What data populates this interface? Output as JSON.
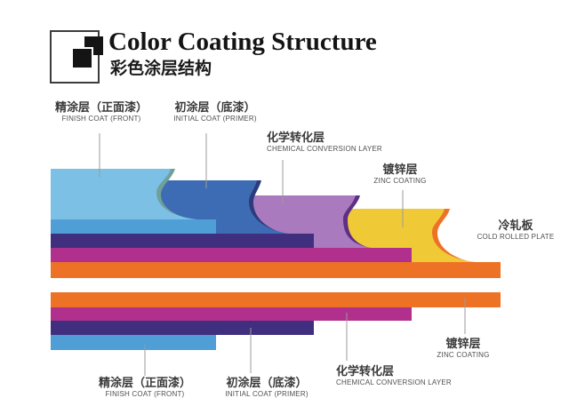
{
  "header": {
    "title_en": "Color Coating Structure",
    "title_zh": "彩色涂层结构"
  },
  "labels": {
    "finish_top": {
      "zh": "精涂层（正面漆）",
      "en": "FINISH COAT (FRONT)"
    },
    "primer_top": {
      "zh": "初涂层（底漆）",
      "en": "INITIAL COAT (PRIMER)"
    },
    "conversion_top": {
      "zh": "化学转化层",
      "en": "CHEMICAL CONVERSION LAYER"
    },
    "zinc_top": {
      "zh": "镀锌层",
      "en": "ZINC COATING"
    },
    "cold_rolled": {
      "zh": "冷轧板",
      "en": "COLD ROLLED PLATE"
    },
    "zinc_bottom": {
      "zh": "镀锌层",
      "en": "ZINC COATING"
    },
    "conversion_bottom": {
      "zh": "化学转化层",
      "en": "CHEMICAL CONVERSION LAYER"
    },
    "primer_bottom": {
      "zh": "初涂层（底漆）",
      "en": "INITIAL COAT (PRIMER)"
    },
    "finish_bottom": {
      "zh": "精涂层（正面漆）",
      "en": "FINISH COAT (FRONT)"
    }
  },
  "layer_stack_top_to_bottom": [
    "finish coat (front)",
    "initial coat (primer)",
    "chemical conversion layer",
    "zinc coating",
    "cold rolled plate (white core)",
    "zinc coating",
    "chemical conversion layer",
    "initial coat (primer)",
    "finish coat (front)"
  ],
  "colors": {
    "sky_surface": "#7CC0E6",
    "sky_edge": "#4F9FD6",
    "sky_curl_shadow": "#6FA09B",
    "steel_surface": "#3D6CB4",
    "steel_curl_shadow": "#2C3B7D",
    "indigo_edge": "#3F2F7E",
    "lavender_surface": "#A97ABE",
    "lavender_curl_shadow": "#5F2E86",
    "magenta_edge": "#B2308D",
    "yellow_surface": "#F0C937",
    "yellow_curl_shadow": "#EE7226",
    "orange_edge": "#EE7226",
    "leader_line": "#9B9B9B"
  }
}
